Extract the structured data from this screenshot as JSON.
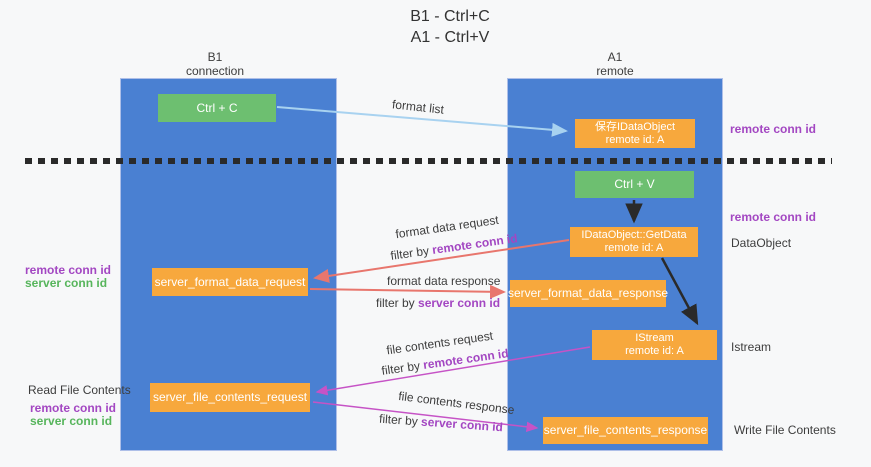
{
  "title": {
    "line1": "B1 - Ctrl+C",
    "line2": "A1 - Ctrl+V"
  },
  "lanes": {
    "left": {
      "title": "B1",
      "subtitle": "connection"
    },
    "right": {
      "title": "A1",
      "subtitle": "remote"
    }
  },
  "boxes": {
    "ctrl_c": "Ctrl + C",
    "save_obj_l1": "保存IDataObject",
    "save_obj_l2": "remote id: A",
    "ctrl_v": "Ctrl + V",
    "getdata_l1": "IDataObject::GetData",
    "getdata_l2": "remote id: A",
    "fmt_req": "server_format_data_request",
    "fmt_resp": "server_format_data_response",
    "istream_l1": "IStream",
    "istream_l2": "remote id: A",
    "file_req": "server_file_contents_request",
    "file_resp": "server_file_contents_response"
  },
  "flow_labels": {
    "format_list": "format list",
    "fmt_req": "format data request",
    "fmt_req_filter_prefix": "filter by ",
    "fmt_req_filter_key": "remote conn id",
    "fmt_resp": "format data response",
    "fmt_resp_filter_prefix": "filter by ",
    "fmt_resp_filter_key": "server conn id",
    "file_req": "file contents request",
    "file_req_filter_prefix": "filter by ",
    "file_req_filter_key": "remote conn id",
    "file_resp": "file contents response",
    "file_resp_filter_prefix": "filter by ",
    "file_resp_filter_key": "server conn id"
  },
  "side_labels": {
    "remote_conn_top": "remote conn id",
    "remote_conn_mid": "remote conn id",
    "dataobject": "DataObject",
    "istream": "Istream",
    "write_file": "Write File Contents",
    "read_file": "Read File Contents",
    "left_remote_1": "remote conn id",
    "left_server_1": "server conn id",
    "left_remote_2": "remote conn id",
    "left_server_2": "server conn id"
  },
  "colors": {
    "lane_blue": "#4a80d2",
    "box_green": "#6dbf70",
    "box_orange": "#f7a83d",
    "label_purple": "#a347c2",
    "label_green": "#57b55c",
    "arrow_salmon": "#e8766d",
    "arrow_magenta": "#c653c6",
    "arrow_light_blue": "#a8d2f0",
    "arrow_black": "#2a2a2a"
  }
}
